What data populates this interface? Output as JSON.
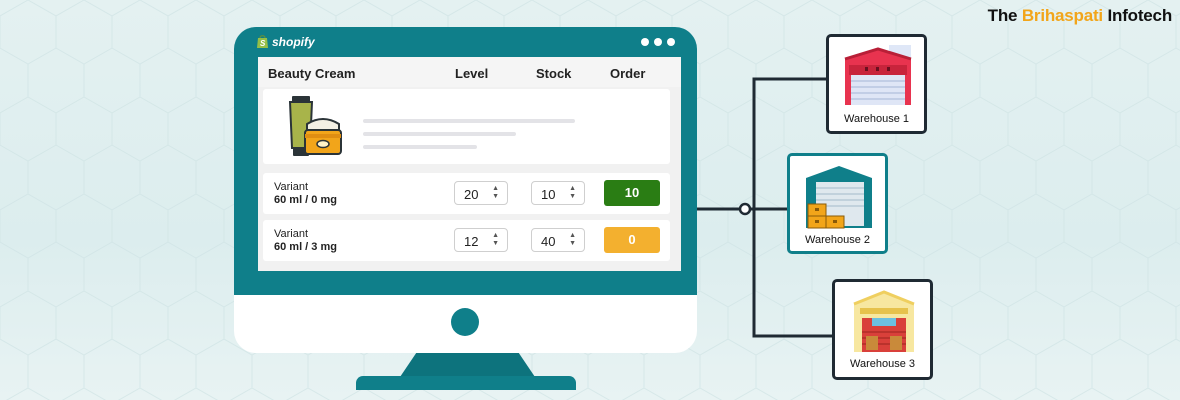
{
  "brand": {
    "prefix": "The ",
    "highlight": "Brihaspati",
    "suffix": " Infotech"
  },
  "app": {
    "logo_text": "shopify"
  },
  "table": {
    "headers": {
      "product": "Beauty Cream",
      "level": "Level",
      "stock": "Stock",
      "order": "Order"
    },
    "rows": [
      {
        "variant_label": "Variant",
        "variant_value": "60 ml / 0 mg",
        "level": "20",
        "stock": "10",
        "order": "10",
        "order_color": "#2a7d14"
      },
      {
        "variant_label": "Variant",
        "variant_value": "60 ml / 3 mg",
        "level": "12",
        "stock": "40",
        "order": "0",
        "order_color": "#f3b02f"
      }
    ]
  },
  "warehouses": [
    {
      "name": "Warehouse 1",
      "icon": "warehouse-red-icon"
    },
    {
      "name": "Warehouse 2",
      "icon": "warehouse-teal-icon"
    },
    {
      "name": "Warehouse 3",
      "icon": "warehouse-yellow-icon"
    }
  ],
  "colors": {
    "monitor": "#0f7f8a",
    "order_ok": "#2a7d14",
    "order_zero": "#f3b02f",
    "brand_highlight": "#f2a51a",
    "active_warehouse_border": "#0f7f8a"
  }
}
